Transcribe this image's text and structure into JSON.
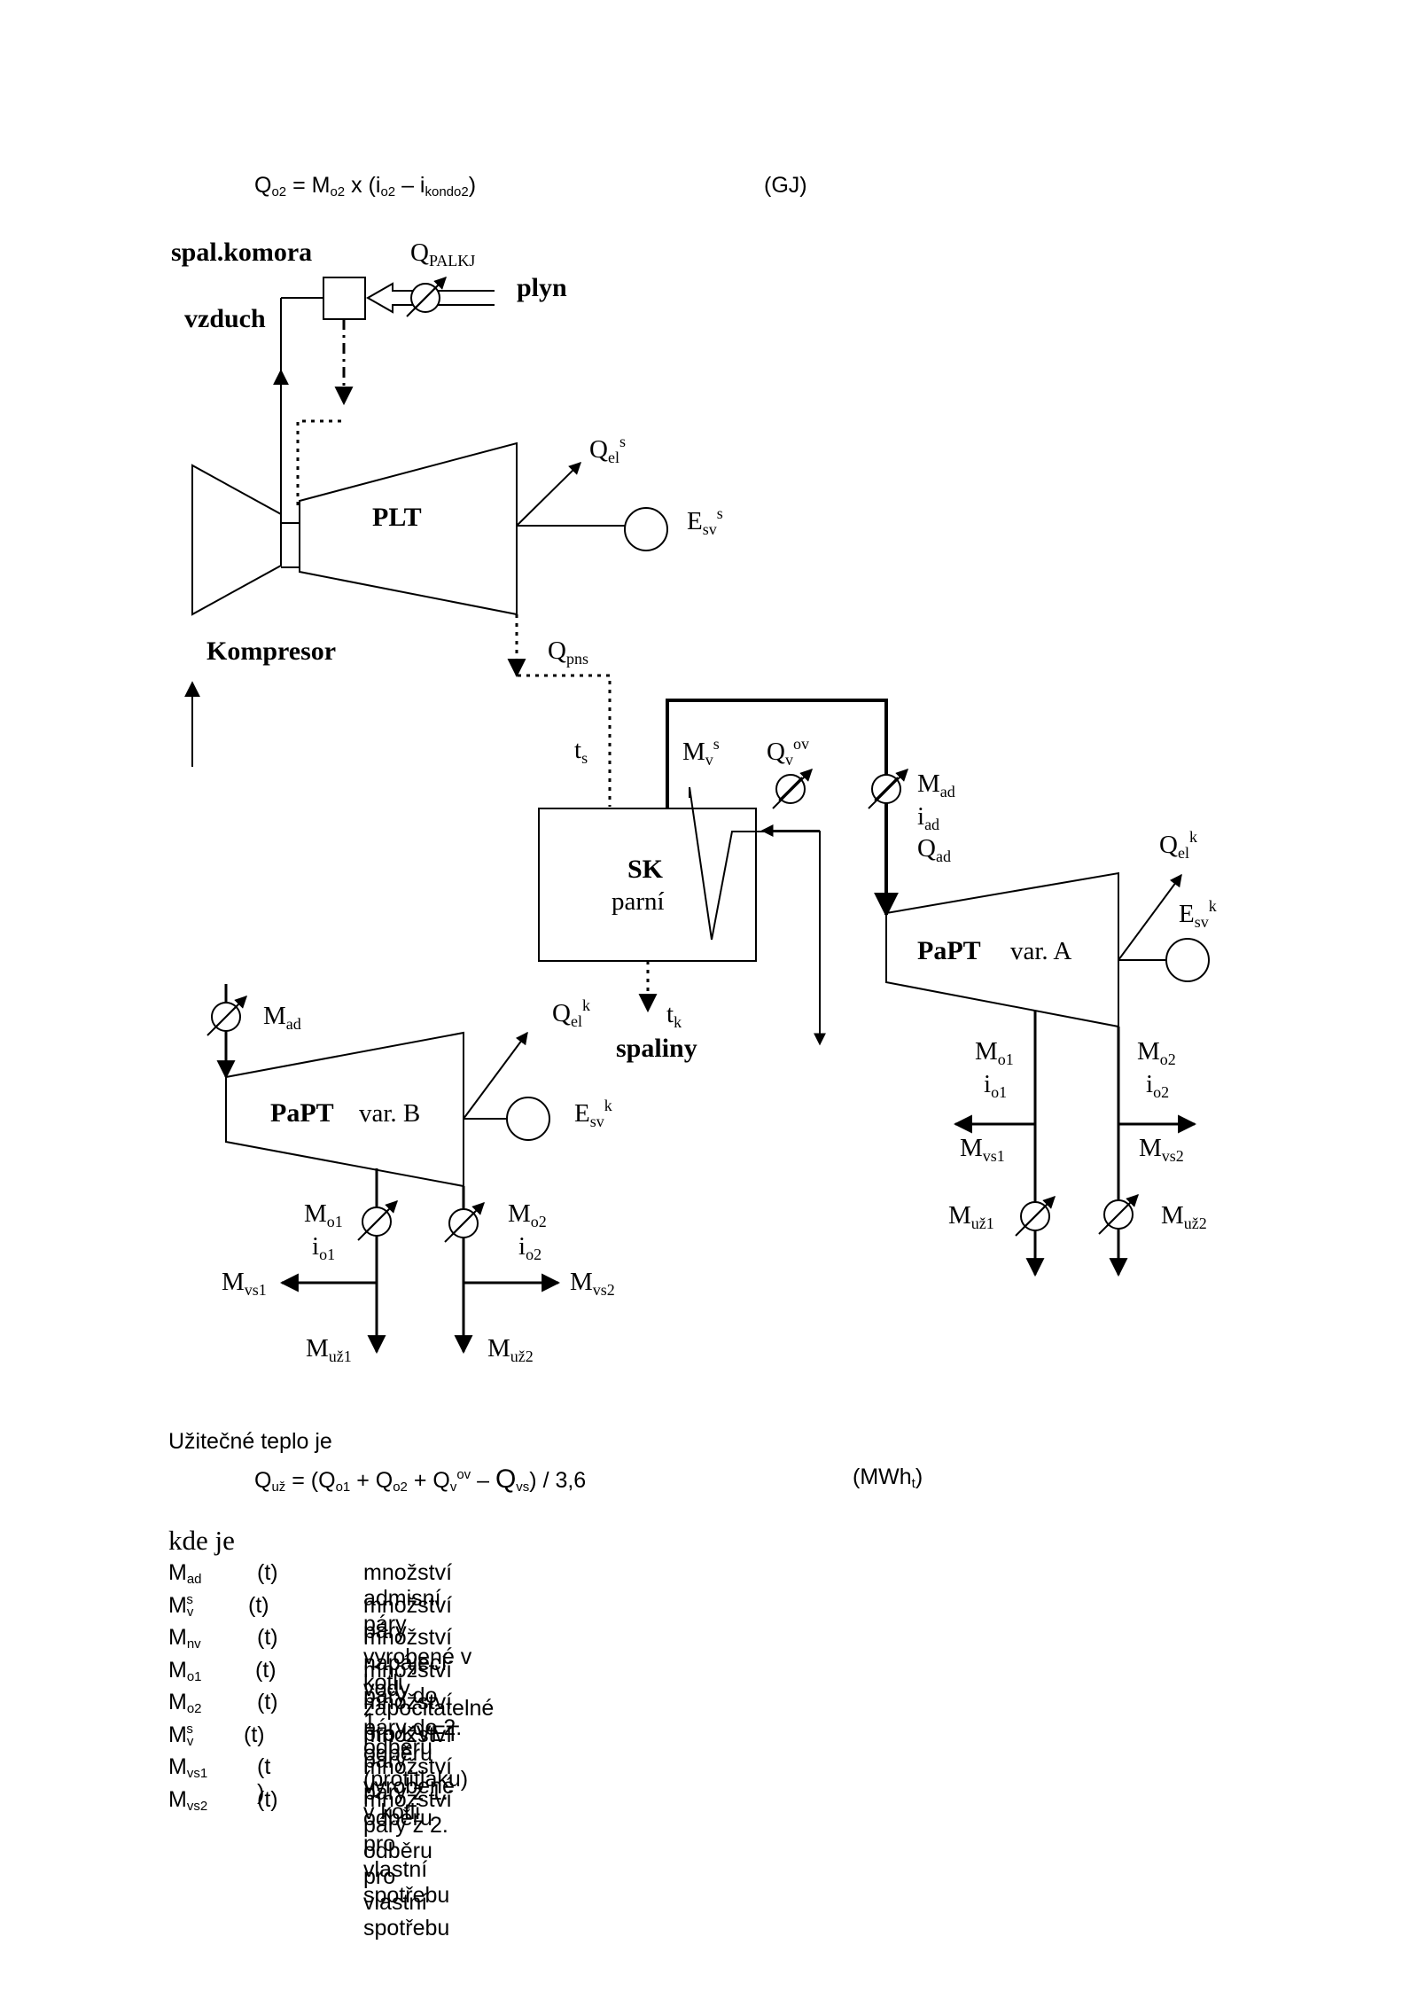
{
  "formula_top": {
    "lhs": "Q",
    "lhs_sub": "o2",
    "eq": " = M",
    "m_sub": "o2",
    "mid": " x (i",
    "i1_sub": "o2",
    "minus": " – i",
    "i2_sub": "kondo2",
    "close": ")",
    "unit": "(GJ)"
  },
  "diagram": {
    "labels": {
      "spal_komora": "spal.komora",
      "q_palkj": "Q",
      "q_palkj_sub": "PALKJ",
      "plyn": "plyn",
      "vzduch": "vzduch",
      "plt": "PLT",
      "qel_s": "Q",
      "qel_s_sub": "el",
      "qel_s_sup": "s",
      "esv_s": "E",
      "esv_s_sub": "sv",
      "esv_s_sup": "s",
      "kompresor": "Kompresor",
      "qpns": "Q",
      "qpns_sub": "pns",
      "ts": "t",
      "ts_sub": "s",
      "mv_s": "M",
      "mv_s_sub": "v",
      "mv_s_sup": "s",
      "qv_ov": "Q",
      "qv_ov_sub": "v",
      "qv_ov_sup": "ov",
      "mad_a": "M",
      "mad_a_sub": "ad",
      "iad": "i",
      "iad_sub": "ad",
      "qad": "Q",
      "qad_sub": "ad",
      "sk": "SK",
      "parni": "parní",
      "qel_ka": "Q",
      "qel_ka_sub": "el",
      "qel_ka_sup": "k",
      "esv_ka": "E",
      "esv_ka_sub": "sv",
      "esv_ka_sup": "k",
      "papt_a": "PaPT",
      "var_a": "var. A",
      "mo1_a": "M",
      "mo1_a_sub": "o1",
      "io1_a": "i",
      "io1_a_sub": "o1",
      "mo2_a": "M",
      "mo2_a_sub": "o2",
      "io2_a": "i",
      "io2_a_sub": "o2",
      "mvs1_a": "M",
      "mvs1_a_sub": "vs1",
      "mvs2_a": "M",
      "mvs2_a_sub": "vs2",
      "muz1_a": "M",
      "muz1_a_sub": "už1",
      "muz2_a": "M",
      "muz2_a_sub": "už2",
      "tk": "t",
      "tk_sub": "k",
      "spaliny": "spaliny",
      "mad_b": "M",
      "mad_b_sub": "ad",
      "qel_kb": "Q",
      "qel_kb_sub": "el",
      "qel_kb_sup": "k",
      "esv_kb": "E",
      "esv_kb_sub": "sv",
      "esv_kb_sup": "k",
      "papt_b": "PaPT",
      "var_b": "var. B",
      "mo1_b": "M",
      "mo1_b_sub": "o1",
      "io1_b": "i",
      "io1_b_sub": "o1",
      "mo2_b": "M",
      "mo2_b_sub": "o2",
      "io2_b": "i",
      "io2_b_sub": "o2",
      "mvs1_b": "M",
      "mvs1_b_sub": "vs1",
      "mvs2_b": "M",
      "mvs2_b_sub": "vs2",
      "muz1_b": "M",
      "muz1_b_sub": "už1",
      "muz2_b": "M",
      "muz2_b_sub": "už2"
    }
  },
  "useful_heat": {
    "intro": "Užitečné teplo je",
    "lhs": "Q",
    "lhs_sub": "už",
    "p1": " = (Q",
    "p1_sub": "o1",
    "p2": " + Q",
    "p2_sub": "o2",
    "p3": " + Q",
    "p3_sub": "v",
    "p3_sup": "ov",
    "p4": " – ",
    "p4_big": "Q",
    "p4_sub": "vs",
    "p5": ") / 3,6",
    "unit_pre": "(MWh",
    "unit_sub": "t",
    "unit_post": ")"
  },
  "legend": {
    "heading": "kde je",
    "rows": [
      {
        "sym": "M",
        "sub": "ad",
        "sup": "",
        "unit": "(t)",
        "desc": "množství admisní páry"
      },
      {
        "sym": "M",
        "sub": "v",
        "sup": "s",
        "unit": "(t)",
        "desc": "množství páry vyrobené v kotli započitatelné pro KVET"
      },
      {
        "sym": "M",
        "sub": "nv",
        "sup": "",
        "unit": "(t)",
        "desc": "množství napájecí vody"
      },
      {
        "sym": "M",
        "sub": "o1",
        "sup": "",
        "unit": "(t)",
        "desc": "množství páry do 1. odběru"
      },
      {
        "sym": "M",
        "sub": "o2",
        "sup": "",
        "unit": "(t)",
        "desc": "množství páry do 2. odběru (protitlaku)"
      },
      {
        "sym": "M",
        "sub": "v",
        "sup": "s",
        "unit": "(t)",
        "desc": "množství páry vyrobené v kotli"
      },
      {
        "sym": "M",
        "sub": "vs1",
        "sup": "",
        "unit": "(t )",
        "desc": "množství páry z 1. odběru pro vlastní spotřebu"
      },
      {
        "sym": "M",
        "sub": "vs2",
        "sup": "",
        "unit": "(t)",
        "desc": "množství páry z 2. odběru pro vlastní spotřebu"
      }
    ]
  }
}
